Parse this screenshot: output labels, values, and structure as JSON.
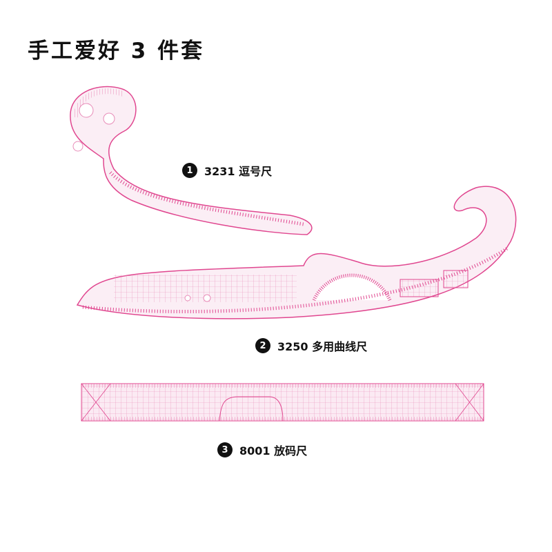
{
  "title": "手工爱好 3 件套",
  "accent_color": "#e0468f",
  "items": [
    {
      "number": "1",
      "name": "3231 逗号尺"
    },
    {
      "number": "2",
      "name": "3250 多用曲线尺"
    },
    {
      "number": "3",
      "name": "8001 放码尺"
    }
  ]
}
